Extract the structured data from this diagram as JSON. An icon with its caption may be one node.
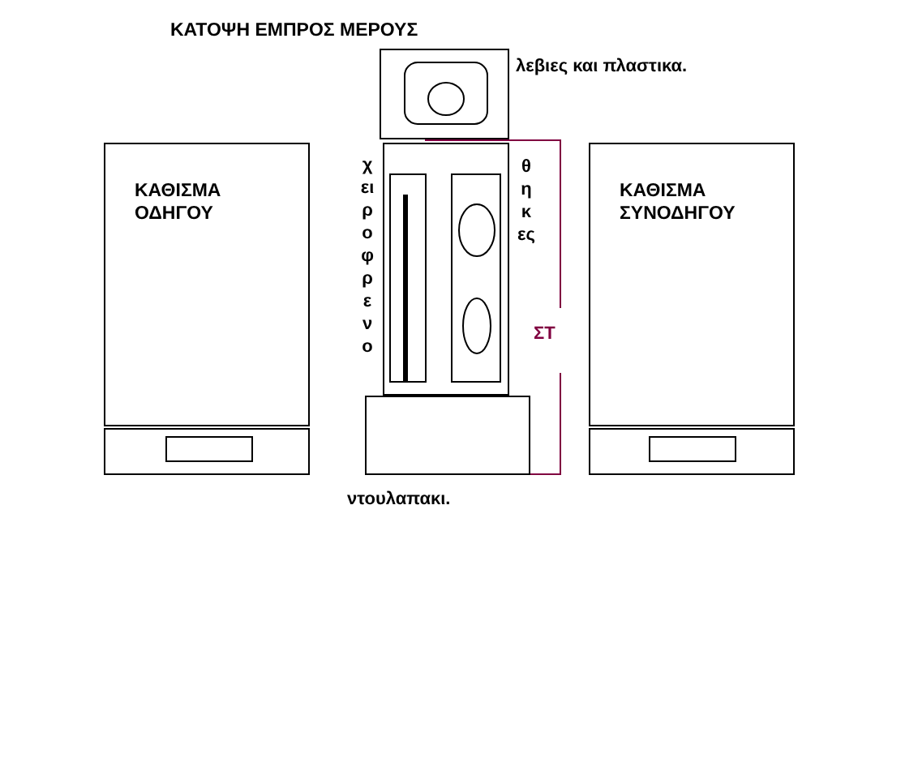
{
  "diagram": {
    "title": "ΚΑΤΟΨΗ ΕΜΠΡΟΣ ΜΕΡΟΥΣ",
    "nodes": [
      {
        "text": [
          "ΚΑΘΙΣΜΑ ΟΔΗΓΟΥ"
        ]
      },
      {
        "text": [
          "ΚΑΘΙΣΜΑ ΣΥΝΟΔΗΓΟΥ"
        ]
      },
      {
        "text": [],
        "shape": "box",
        "beside": [
          "λεβιες και πλαστικα."
        ]
      },
      {
        "text": [],
        "shape": "box",
        "beside": [
          "χειροφρενο",
          "θηκες"
        ]
      },
      {
        "text": [],
        "shape": "box",
        "beside": [
          "ντουλαπακι."
        ]
      }
    ],
    "labels": [
      "ΣΤ"
    ]
  }
}
